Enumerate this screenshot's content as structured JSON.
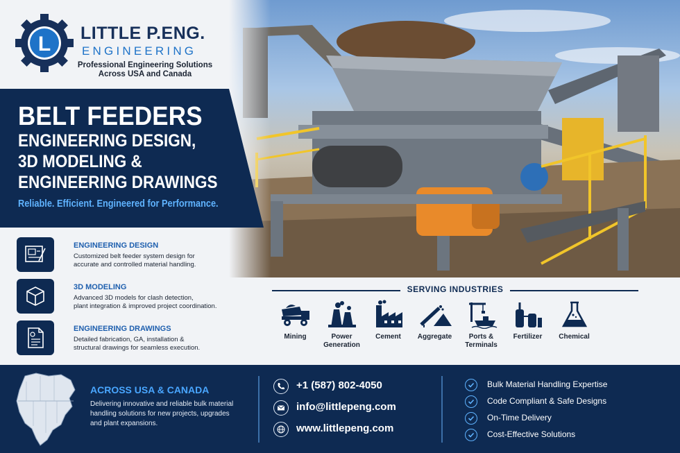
{
  "brand": {
    "title": "LITTLE P.ENG.",
    "subtitle": "ENGINEERING",
    "logo_letter": "L",
    "tagline_line1": "Professional Engineering Solutions",
    "tagline_line2": "Across USA and Canada"
  },
  "banner": {
    "title": "BELT FEEDERS",
    "line1": "ENGINEERING DESIGN,",
    "line2": "3D MODELING &",
    "line3": "ENGINEERING DRAWINGS",
    "slogan": "Reliable. Efficient. Engineered for Performance."
  },
  "services": [
    {
      "icon": "blueprint-icon",
      "title": "ENGINEERING DESIGN",
      "line1": "Customized belt feeder system design for",
      "line2": "accurate and controlled material handling."
    },
    {
      "icon": "cube-icon",
      "title": "3D MODELING",
      "line1": "Advanced 3D models for clash detection,",
      "line2": "plant integration & improved project coordination."
    },
    {
      "icon": "drawing-document-icon",
      "title": "ENGINEERING DRAWINGS",
      "line1": "Detailed fabrication, GA, installation &",
      "line2": "structural drawings for seamless execution."
    }
  ],
  "industries": {
    "heading": "SERVING INDUSTRIES",
    "items": [
      {
        "icon": "mining-truck-icon",
        "line1": "Mining",
        "line2": ""
      },
      {
        "icon": "power-plant-icon",
        "line1": "Power",
        "line2": "Generation"
      },
      {
        "icon": "cement-factory-icon",
        "line1": "Cement",
        "line2": ""
      },
      {
        "icon": "aggregate-conveyor-icon",
        "line1": "Aggregate",
        "line2": ""
      },
      {
        "icon": "port-crane-icon",
        "line1": "Ports &",
        "line2": "Terminals"
      },
      {
        "icon": "fertilizer-tanks-icon",
        "line1": "Fertilizer",
        "line2": ""
      },
      {
        "icon": "chemical-flask-icon",
        "line1": "Chemical",
        "line2": ""
      }
    ]
  },
  "footer": {
    "across_title": "ACROSS USA & CANADA",
    "across_line1": "Delivering innovative and reliable bulk material",
    "across_line2": "handling solutions for new projects, upgrades",
    "across_line3": "and plant expansions.",
    "phone": "+1 (587) 802-4050",
    "email": "info@littlepeng.com",
    "website": "www.littlepeng.com",
    "benefits": [
      "Bulk Material Handling Expertise",
      "Code Compliant & Safe Designs",
      "On-Time Delivery",
      "Cost-Effective Solutions"
    ]
  },
  "colors": {
    "navy": "#0e2a52",
    "brand_blue": "#1e73c8",
    "accent_blue": "#49a6ff",
    "machine_orange": "#e98a2a",
    "rail_yellow": "#f1c52a"
  }
}
